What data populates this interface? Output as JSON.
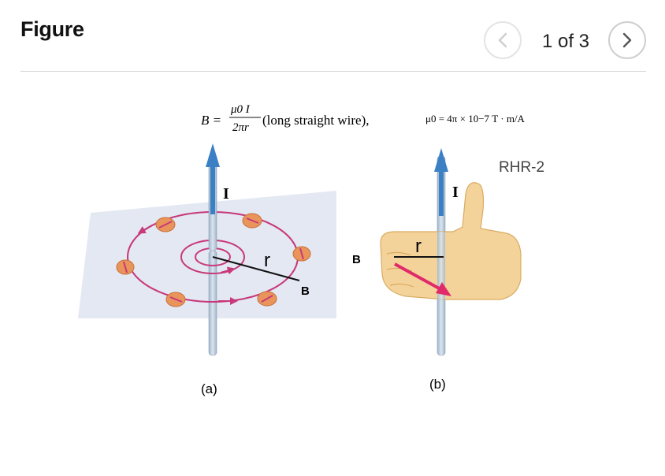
{
  "header": {
    "title": "Figure",
    "counter": "1 of 3",
    "prev_icon": "chevron-left-icon",
    "next_icon": "chevron-right-icon"
  },
  "figure": {
    "equation": {
      "lhs": "B =",
      "numerator": "μ0 I",
      "denominator": "2πr",
      "note": "(long straight wire),",
      "constant": "μ0 = 4π × 10−7 T · m/A"
    },
    "panel_a": {
      "current_label": "I",
      "radius_label": "r",
      "field_label": "B",
      "caption": "(a)"
    },
    "panel_b": {
      "rule_label": "RHR-2",
      "current_label": "I",
      "radius_label": "r",
      "field_label": "B",
      "caption": "(b)"
    },
    "colors": {
      "wire": "#b9c9d9",
      "current_arrow": "#3b7fc4",
      "field_lines": "#c8387a",
      "compass": "#e8945a",
      "plane": "#e3e8f3",
      "hand": "#f4d39a"
    }
  }
}
